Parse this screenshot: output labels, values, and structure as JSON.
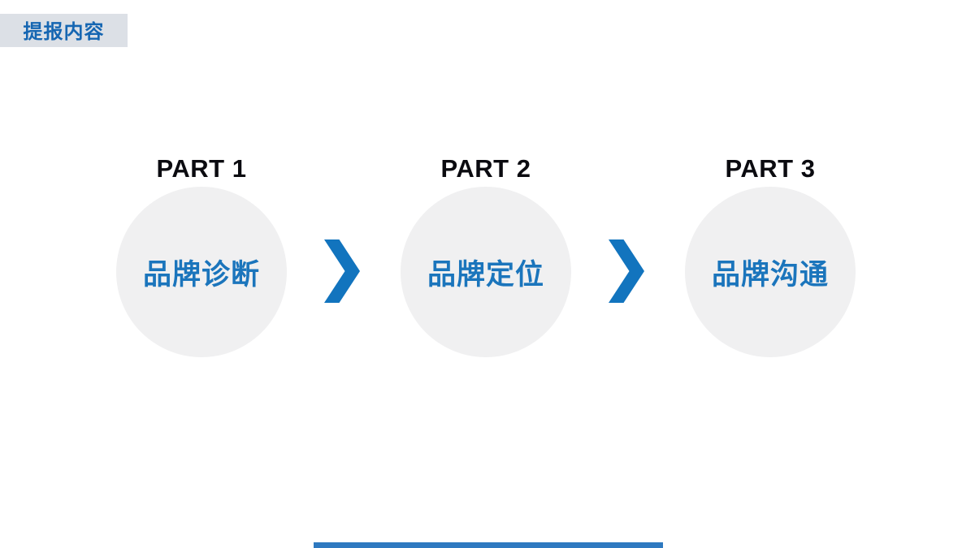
{
  "slide": {
    "header_badge": {
      "label": "提报内容"
    },
    "steps": [
      {
        "part": "PART 1",
        "title": "品牌诊断"
      },
      {
        "part": "PART 2",
        "title": "品牌定位"
      },
      {
        "part": "PART 3",
        "title": "品牌沟通"
      }
    ],
    "colors": {
      "badge_background": "#dce0e6",
      "badge_text": "#1566b2",
      "part_label_text": "#0b0b10",
      "circle_background": "#f0f0f1",
      "circle_text": "#1b75bc",
      "chevron_blue": "#1274be",
      "bottom_bar_blue": "#2e79c0"
    }
  }
}
